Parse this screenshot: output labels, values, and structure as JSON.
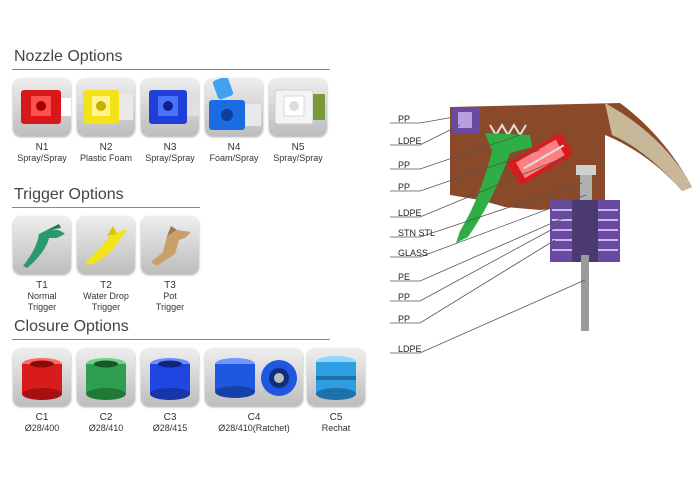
{
  "sections": {
    "nozzle": "Nozzle Options",
    "trigger": "Trigger Options",
    "closure": "Closure Options"
  },
  "nozzles": [
    {
      "code": "N1",
      "label": "Spray/Spray",
      "color": "#e02020"
    },
    {
      "code": "N2",
      "label": "Plastic Foam",
      "color": "#f0e020"
    },
    {
      "code": "N3",
      "label": "Spray/Spray",
      "color": "#2050e0"
    },
    {
      "code": "N4",
      "label": "Foam/Spray",
      "color": "#2080e0"
    },
    {
      "code": "N5",
      "label": "Spray/Spray",
      "color": "#f2f2f2"
    }
  ],
  "triggers": [
    {
      "code": "T1",
      "line1": "Normal",
      "line2": "Trigger",
      "color": "#2a9a6a"
    },
    {
      "code": "T2",
      "line1": "Water Drop",
      "line2": "Trigger",
      "color": "#f0e020"
    },
    {
      "code": "T3",
      "line1": "Pot",
      "line2": "Trigger",
      "color": "#c8a070"
    }
  ],
  "closures": [
    {
      "code": "C1",
      "label": "Ø28/400",
      "color": "#e02020"
    },
    {
      "code": "C2",
      "label": "Ø28/410",
      "color": "#30a050"
    },
    {
      "code": "C3",
      "label": "Ø28/415",
      "color": "#2050e0"
    },
    {
      "code": "C4",
      "label": "Ø28/410(Ratchet)",
      "color": "#2060e0"
    },
    {
      "code": "C5",
      "label": "Rechat",
      "color": "#30a0e0"
    }
  ],
  "materials": [
    "PP",
    "LDPE",
    "PP",
    "PP",
    "LDPE",
    "STN STL",
    "GLASS",
    "PE",
    "PP",
    "PP",
    "LDPE"
  ]
}
